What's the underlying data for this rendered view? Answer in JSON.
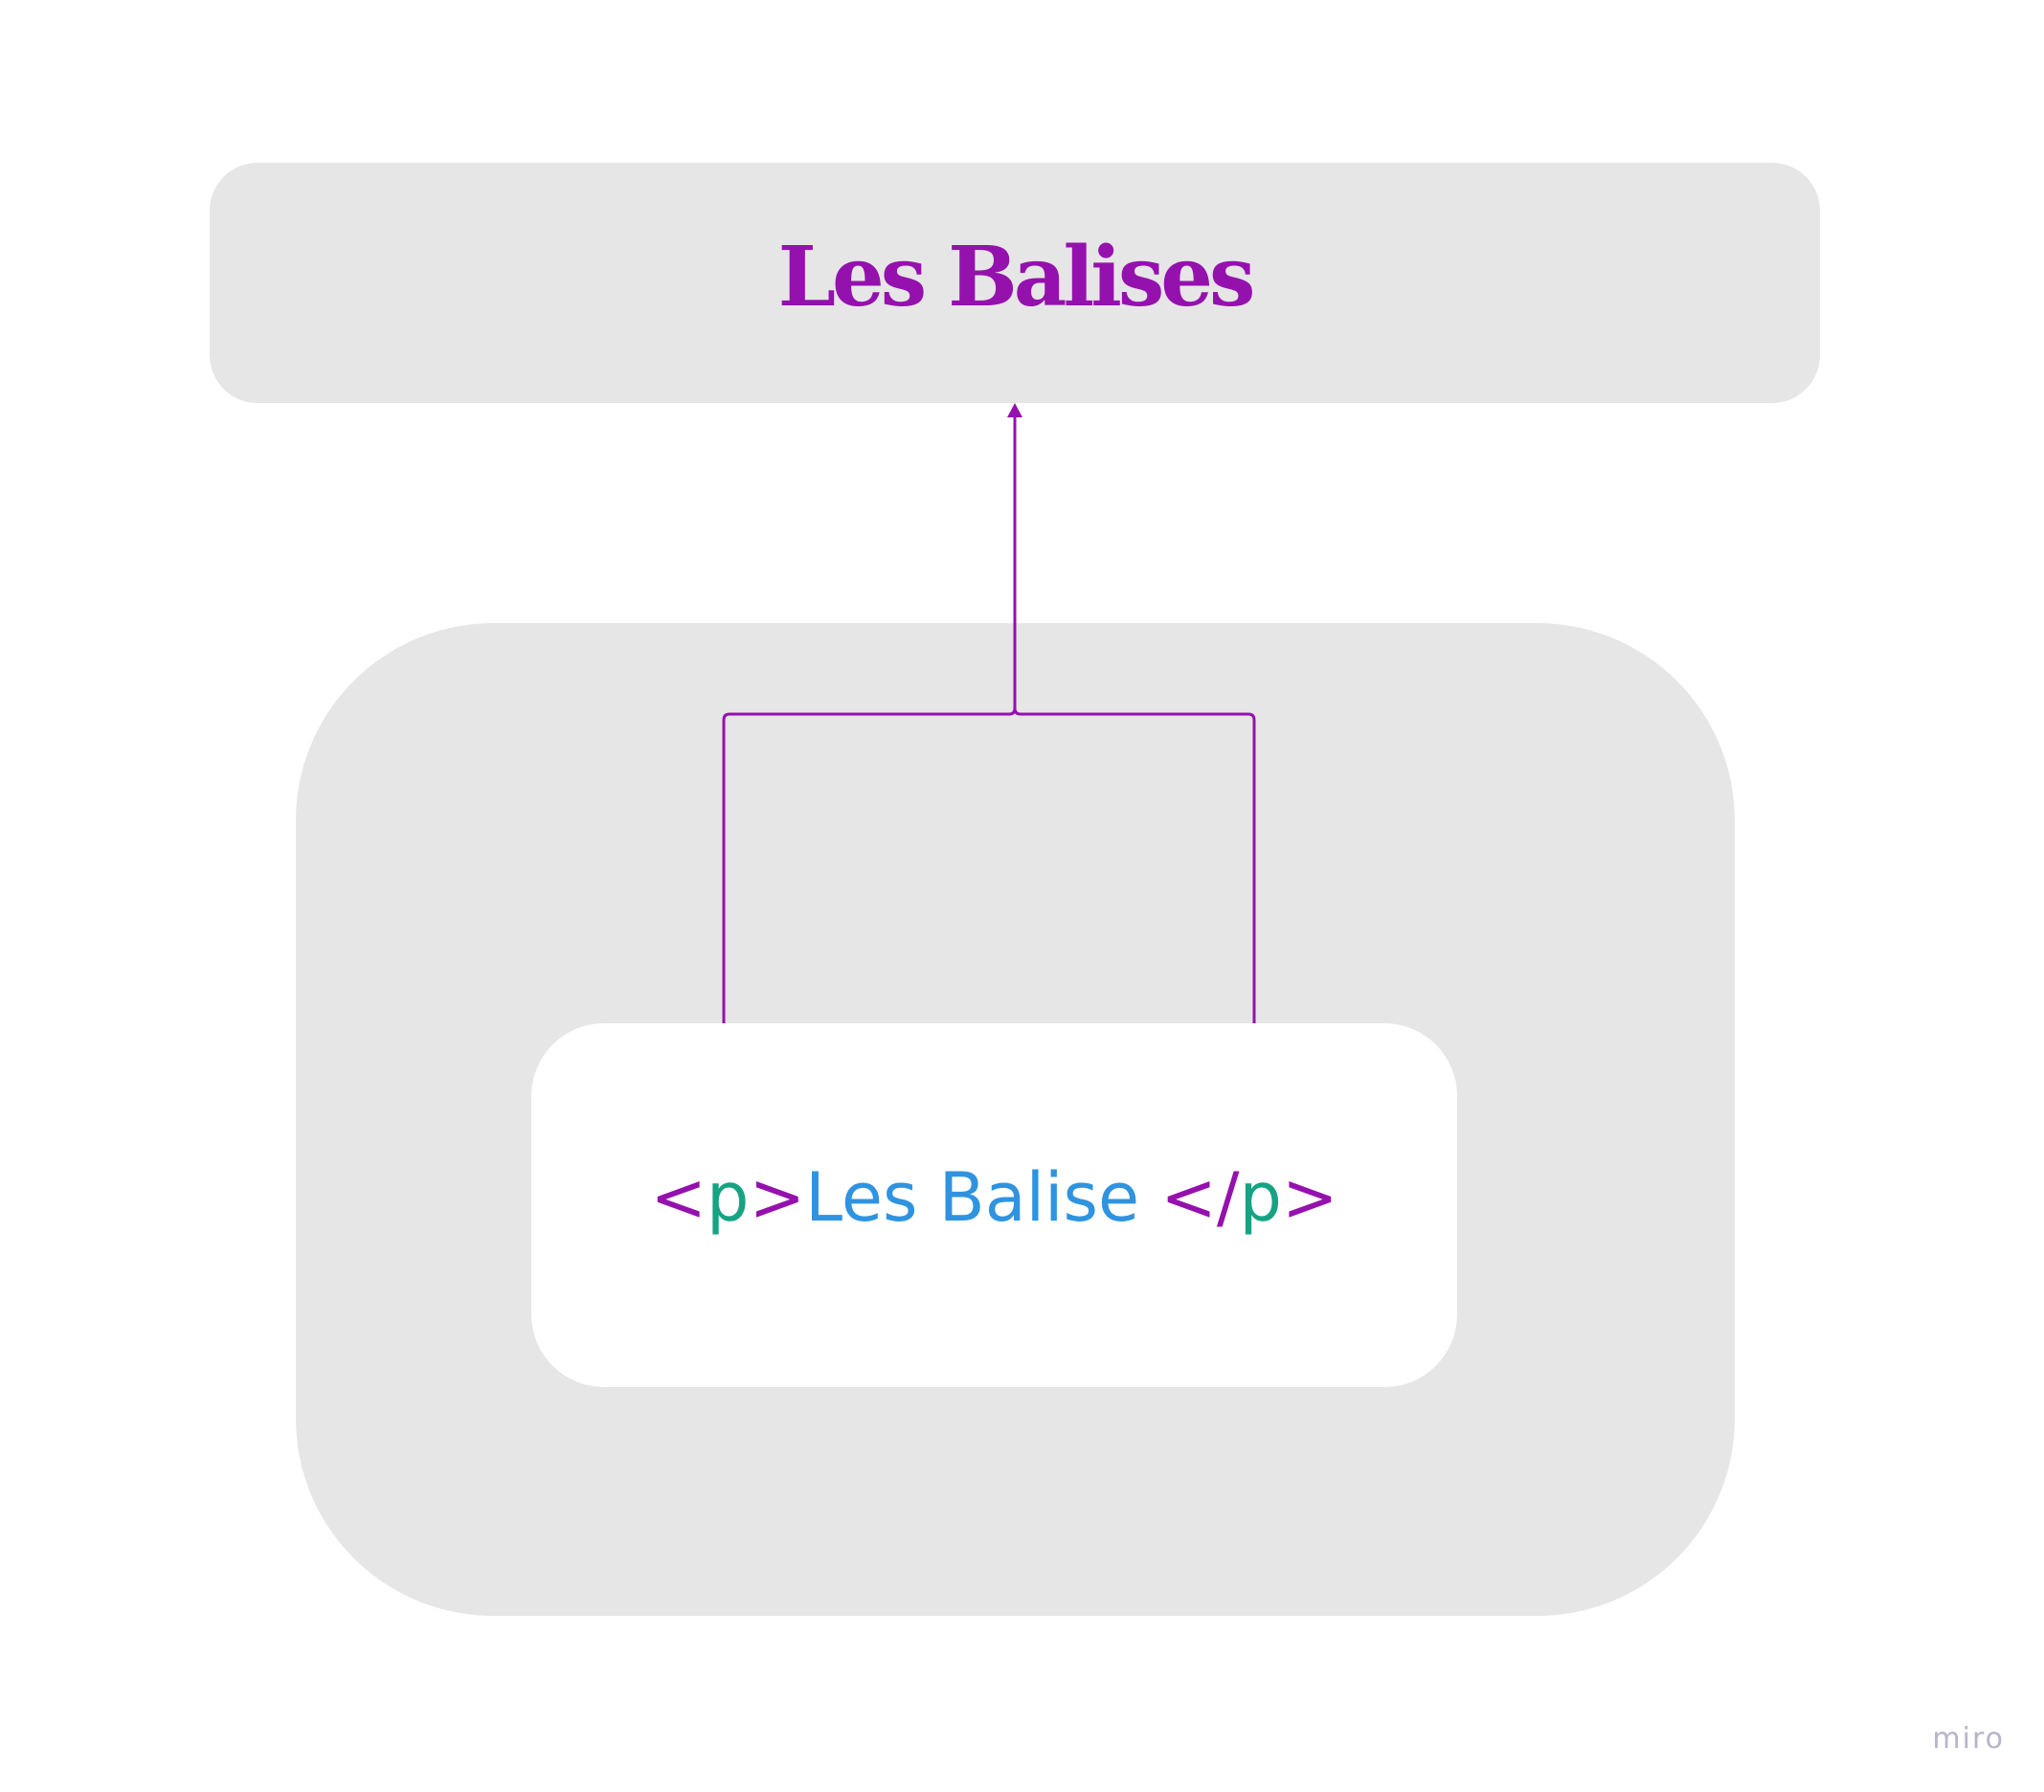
{
  "title": {
    "text": "Les Balises"
  },
  "code_snippet": {
    "open_lt": "<",
    "open_tag": "p",
    "open_gt": ">",
    "content": "Les Balise ",
    "close_lt": "</",
    "close_tag": "p",
    "close_gt": ">"
  },
  "watermark": "miro",
  "colors": {
    "accent_purple": "#9511ae",
    "tag_green": "#16a383",
    "content_blue": "#2f93e0",
    "box_gray": "#e6e6e6",
    "watermark_gray": "#b7b4c9"
  },
  "icons": [
    "arrow-up-icon"
  ]
}
